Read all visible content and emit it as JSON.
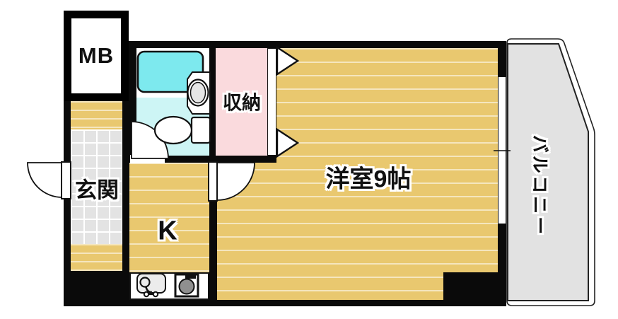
{
  "rooms": {
    "meter_box": {
      "label": "MB"
    },
    "entrance": {
      "label": "玄関"
    },
    "storage": {
      "label": "収納"
    },
    "kitchen": {
      "label": "K"
    },
    "main_room": {
      "label": "洋室9帖"
    },
    "balcony": {
      "label": "バルコニー"
    }
  },
  "fixtures": [
    "bathtub",
    "washbasin",
    "toilet",
    "kitchen-sink",
    "stove"
  ],
  "colors": {
    "wall_black": "#0a0a0a",
    "floor_tan": "#e9c86f",
    "storage_pink": "#fadadd",
    "bath_tub_cyan": "#7de9ee",
    "bath_floor_cyan": "#cdf5f5",
    "tile_gray": "#e3e3e3",
    "balcony_gray": "#e2e2e2"
  }
}
